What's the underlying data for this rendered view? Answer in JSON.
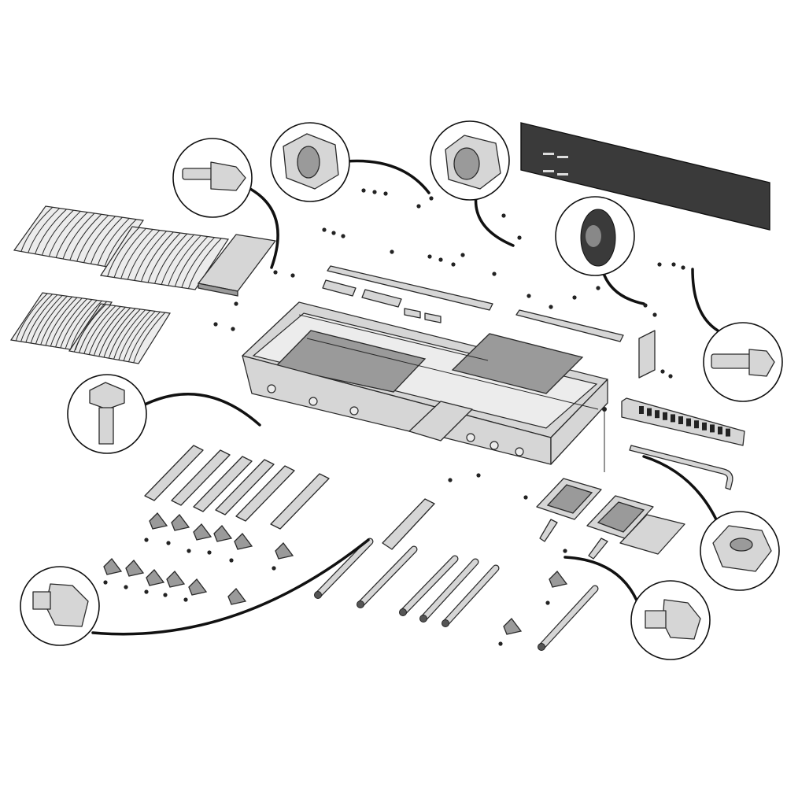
{
  "diagram": {
    "type": "exploded-parts-view",
    "colors": {
      "background": "#ffffff",
      "part_fill": "#d6d6d6",
      "part_dark": "#9a9a9a",
      "rear_panel": "#3a3a3a",
      "outline": "#2a2a2a",
      "leader": "#111111"
    },
    "callouts": [
      {
        "name": "self-drilling-screw",
        "icon": "screw-icon"
      },
      {
        "name": "serrated-nut",
        "icon": "nut-icon"
      },
      {
        "name": "serrated-nut",
        "icon": "nut-icon"
      },
      {
        "name": "rubber-spacer",
        "icon": "spacer-icon"
      },
      {
        "name": "hex-bolt",
        "icon": "bolt-icon"
      },
      {
        "name": "hex-head-screw",
        "icon": "screw-icon"
      },
      {
        "name": "phillips-hex-screw",
        "icon": "screw-icon"
      },
      {
        "name": "hex-nut",
        "icon": "nut-icon"
      },
      {
        "name": "phillips-hex-screw",
        "icon": "screw-icon"
      }
    ]
  }
}
